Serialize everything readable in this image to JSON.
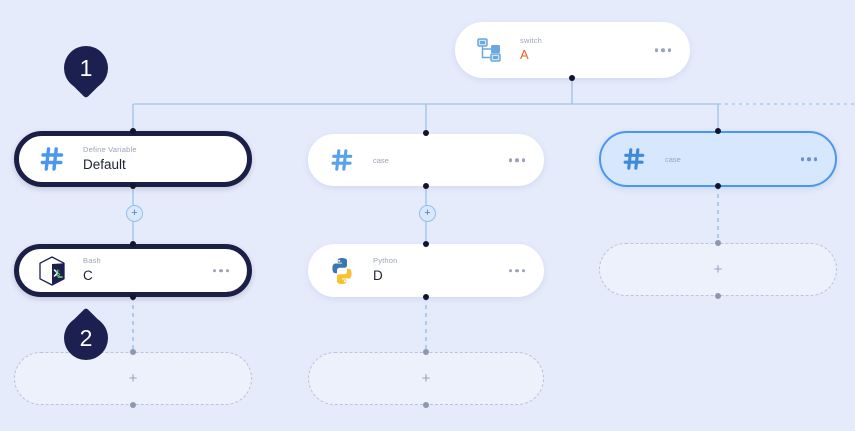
{
  "canvas": {
    "background_color": "#e6ebfb",
    "accent_color": "#4a97f0",
    "dark_color": "#1b2050",
    "orange_color": "#f4621f"
  },
  "markers": [
    {
      "number": "1",
      "name": "step-marker-1"
    },
    {
      "number": "2",
      "name": "step-marker-2"
    }
  ],
  "nodes": {
    "switch": {
      "label": "switch",
      "value": "A",
      "icon": "switch-branch-icon",
      "menu": "more-options"
    },
    "define_variable": {
      "label": "Define Variable",
      "value": "Default",
      "icon": "hash-icon"
    },
    "case_middle": {
      "label": "case",
      "icon": "hash-icon",
      "menu": "more-options"
    },
    "case_right": {
      "label": "case",
      "icon": "hash-icon",
      "menu": "more-options"
    },
    "bash": {
      "label": "Bash",
      "value": "C",
      "icon": "bash-terminal-icon",
      "menu": "more-options"
    },
    "python": {
      "label": "Python",
      "value": "D",
      "icon": "python-icon",
      "menu": "more-options"
    }
  },
  "placeholders": [
    {
      "name": "add-node-placeholder-left",
      "plus": "+"
    },
    {
      "name": "add-node-placeholder-middle",
      "plus": "+"
    },
    {
      "name": "add-node-placeholder-right",
      "plus": "+"
    }
  ],
  "edge_buttons": [
    {
      "name": "add-node-on-edge-left",
      "plus": "+"
    },
    {
      "name": "add-node-on-edge-middle",
      "plus": "+"
    }
  ]
}
